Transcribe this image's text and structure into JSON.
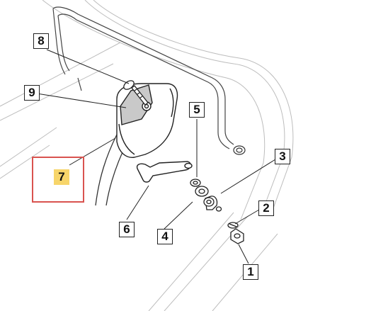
{
  "diagram": {
    "callouts": [
      {
        "id": "1",
        "label": "1"
      },
      {
        "id": "2",
        "label": "2"
      },
      {
        "id": "3",
        "label": "3"
      },
      {
        "id": "4",
        "label": "4"
      },
      {
        "id": "5",
        "label": "5"
      },
      {
        "id": "6",
        "label": "6"
      },
      {
        "id": "7",
        "label": "7",
        "highlighted": true
      },
      {
        "id": "8",
        "label": "8"
      },
      {
        "id": "9",
        "label": "9"
      }
    ],
    "colors": {
      "line": "#222222",
      "faint_line": "#bbbbbb",
      "part_fill": "#ffffff",
      "inset_fill": "#c9c9c9",
      "highlight_fill": "#f7d56a",
      "highlight_frame": "#d9534f"
    }
  }
}
